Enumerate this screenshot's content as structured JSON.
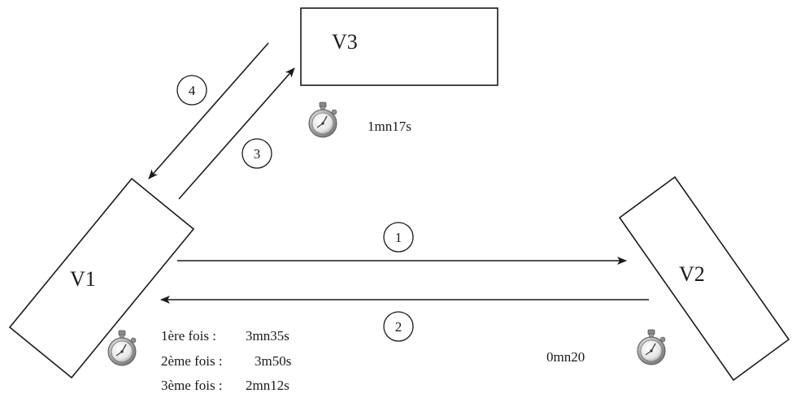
{
  "vehicles": {
    "v1": "V1",
    "v2": "V2",
    "v3": "V3"
  },
  "arrows": {
    "a1": "1",
    "a2": "2",
    "a3": "3",
    "a4": "4"
  },
  "times": {
    "v3": "1mn17s",
    "v2": "0mn20",
    "v1": [
      {
        "label": "1ère fois :",
        "value": "3mn35s"
      },
      {
        "label": "2ème fois :",
        "value": "3m50s"
      },
      {
        "label": "3ème fois :",
        "value": "2mn12s"
      }
    ]
  },
  "icons": {
    "stopwatch": "stopwatch-icon"
  },
  "colors": {
    "line": "#1a1a1a",
    "stopwatch_body": "#b9b9b9"
  }
}
